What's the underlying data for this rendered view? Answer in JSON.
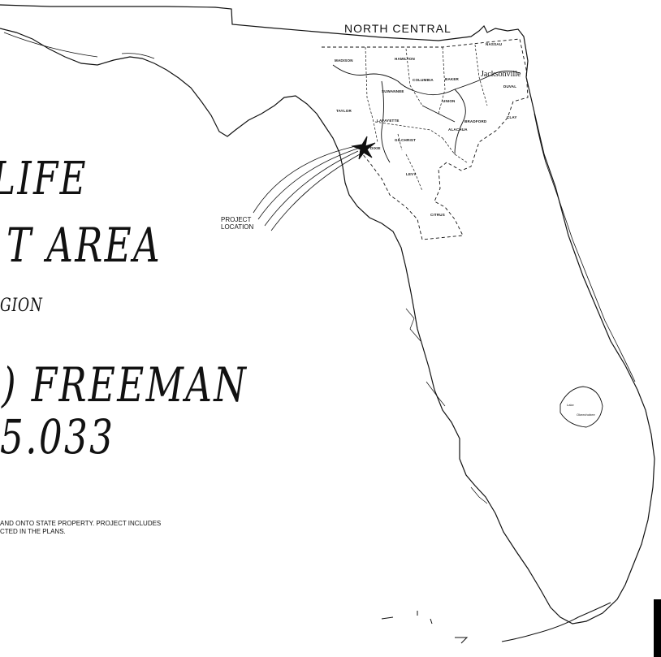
{
  "title": {
    "line1": "LIFE",
    "line2": "T AREA",
    "line3": "GION",
    "line4": ") FREEMAN",
    "line5": "5.033"
  },
  "note": {
    "line1": "AND ONTO STATE PROPERTY. PROJECT INCLUDES",
    "line2": "CTED IN THE PLANS."
  },
  "map": {
    "region_label": "NORTH CENTRAL",
    "project_label_line1": "PROJECT",
    "project_label_line2": "LOCATION",
    "city": "Jacksonville",
    "lake_label_1": "Lake",
    "lake_label_2": "Okeechobee",
    "counties": [
      "NASSAU",
      "MADISON",
      "HAMILTON",
      "COLUMBIA",
      "BAKER",
      "DUVAL",
      "SUWANNEE",
      "UNION",
      "TAYLOR",
      "LAFAYETTE",
      "BRADFORD",
      "CLAY",
      "ALACHUA",
      "GILCHRIST",
      "DIXIE",
      "LEVY",
      "CITRUS"
    ]
  },
  "colors": {
    "ink": "#111111",
    "background": "#ffffff"
  }
}
